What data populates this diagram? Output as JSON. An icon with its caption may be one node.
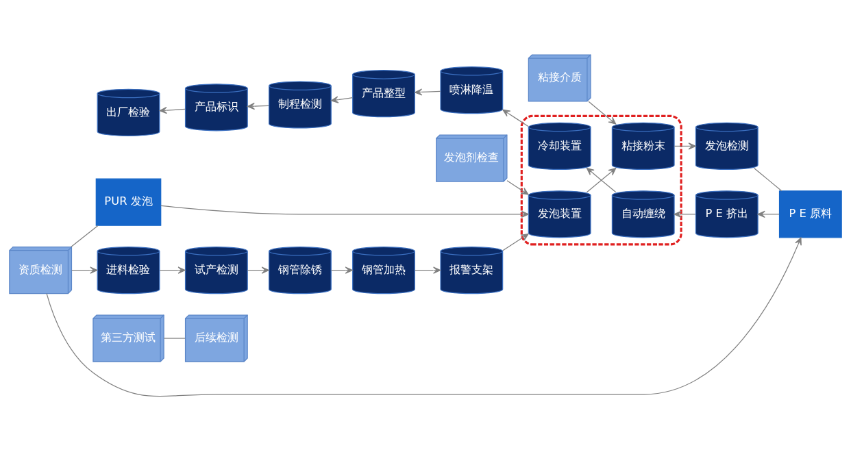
{
  "diagram": {
    "nodes": [
      {
        "text": [
          "发泡剂检查"
        ]
      },
      {
        "text": [
          "粘接介质"
        ]
      },
      {
        "text": [
          "PUR 发泡"
        ]
      },
      {
        "text": [
          "资质检测"
        ]
      },
      {
        "text": [
          "进料检验"
        ]
      },
      {
        "text": [
          "试产检测"
        ]
      },
      {
        "text": [
          "钢管除锈"
        ]
      },
      {
        "text": [
          "钢管加热"
        ]
      },
      {
        "text": [
          "报警支架"
        ]
      },
      {
        "text": [],
        "shape": "box"
      },
      {
        "text": [
          "发泡装置"
        ],
        "in": 9
      },
      {
        "text": [
          "粘接粉末"
        ],
        "in": 9
      },
      {
        "text": [
          "发泡检测"
        ]
      },
      {
        "text": [
          "P E 原料"
        ]
      },
      {
        "text": [
          "第三方测试"
        ]
      },
      {
        "text": [
          "出厂检验"
        ]
      },
      {
        "text": [
          "产品标识"
        ]
      },
      {
        "text": [
          "制程检测"
        ]
      },
      {
        "text": [
          "产品整型"
        ]
      },
      {
        "text": [
          "喷淋降温"
        ]
      },
      {
        "text": [
          "冷却装置"
        ],
        "in": 9
      },
      {
        "text": [
          "自动缠绕"
        ],
        "in": 9
      },
      {
        "text": [
          "P E 挤出"
        ]
      },
      {
        "text": [
          "后续检测"
        ]
      }
    ],
    "edges": [
      {
        "from": 3,
        "to": 4,
        "arrow": "to"
      },
      {
        "from": 4,
        "to": 5,
        "arrow": "to"
      },
      {
        "from": 5,
        "to": 6,
        "arrow": "to"
      },
      {
        "from": 6,
        "to": 7,
        "arrow": "to"
      },
      {
        "from": 7,
        "to": 8,
        "arrow": "to"
      },
      {
        "from": 8,
        "to": 10,
        "arrow": "to"
      },
      {
        "from": 10,
        "to": 11,
        "arrow": "to"
      },
      {
        "from": 11,
        "to": 12,
        "arrow": "to"
      },
      {
        "from": 3,
        "to": 2,
        "arrow": "none"
      },
      {
        "from": 2,
        "to": 10,
        "arrow": "to"
      },
      {
        "from": 0,
        "to": 10,
        "arrow": "to"
      },
      {
        "from": 1,
        "to": 11,
        "arrow": "to"
      },
      {
        "from": 3,
        "to": 13,
        "arrow": "to"
      },
      {
        "from": 12,
        "to": 13,
        "arrow": "none"
      },
      {
        "from": 13,
        "to": 22,
        "arrow": "to"
      },
      {
        "from": 22,
        "to": 21,
        "arrow": "to"
      },
      {
        "from": 21,
        "to": 20,
        "arrow": "to"
      },
      {
        "from": 20,
        "to": 19,
        "arrow": "to"
      },
      {
        "from": 19,
        "to": 18,
        "arrow": "to"
      },
      {
        "from": 18,
        "to": 17,
        "arrow": "to"
      },
      {
        "from": 17,
        "to": 16,
        "arrow": "to"
      },
      {
        "from": 16,
        "to": 15,
        "arrow": "to"
      },
      {
        "from": 14,
        "to": 23,
        "arrow": "none"
      }
    ]
  }
}
